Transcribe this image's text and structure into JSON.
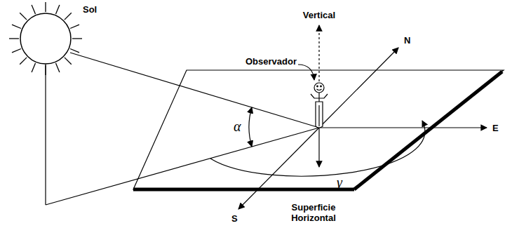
{
  "diagram": {
    "labels": [
      "Sol",
      "Vertical",
      "Observador",
      "N",
      "E",
      "S",
      "Superficie Horizontal",
      "α",
      "γ"
    ]
  }
}
